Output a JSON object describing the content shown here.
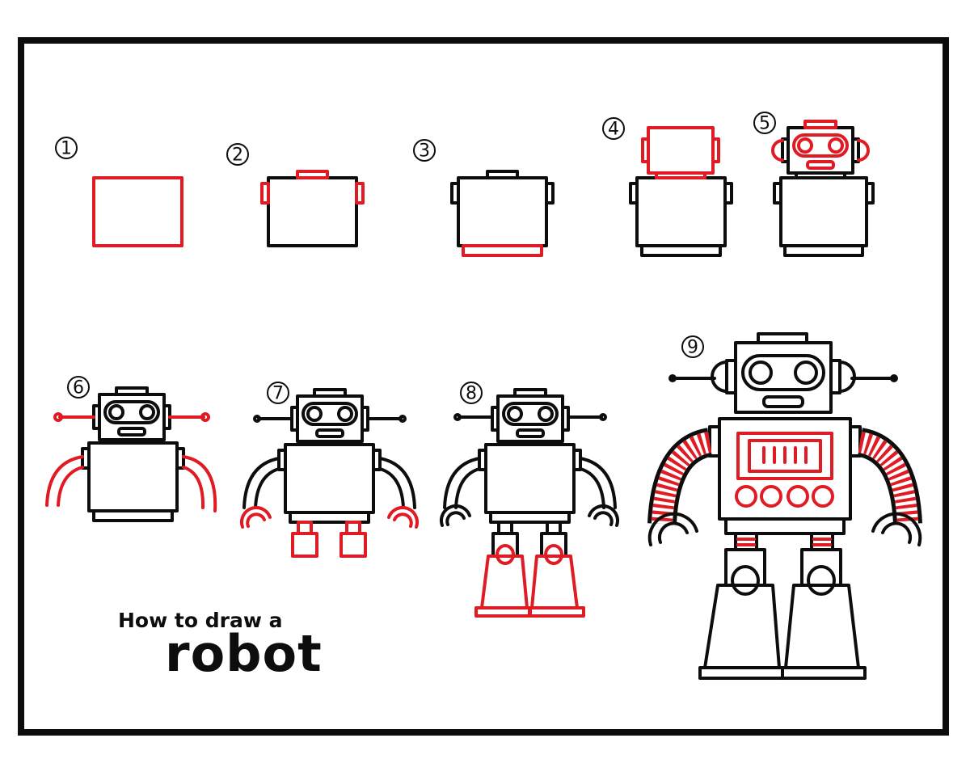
{
  "title": {
    "line1": "How to draw a",
    "line2": "robot"
  },
  "steps": [
    "1",
    "2",
    "3",
    "4",
    "5",
    "6",
    "7",
    "8",
    "9"
  ],
  "colors": {
    "outline": "#0d0d0d",
    "highlight": "#e01b24",
    "background": "#ffffff"
  }
}
